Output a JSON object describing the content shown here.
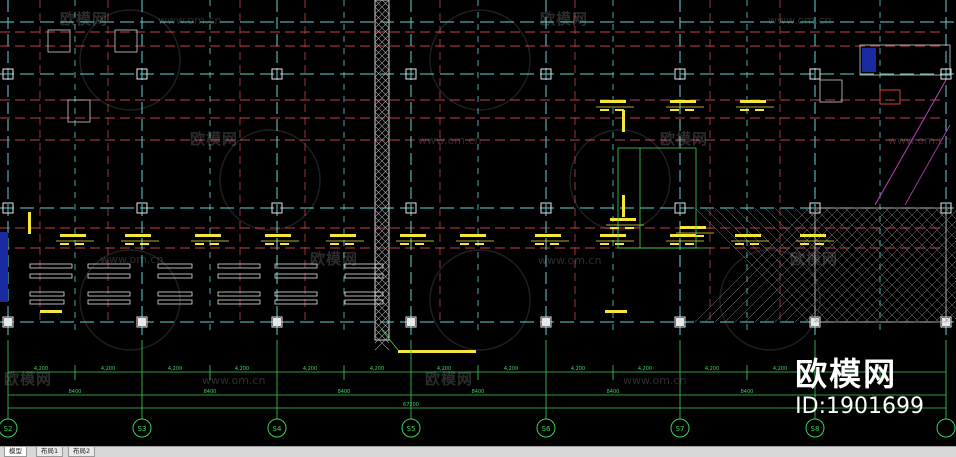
{
  "tabs": [
    {
      "label": "模型",
      "active": true
    },
    {
      "label": "布局1",
      "active": false
    },
    {
      "label": "布局2",
      "active": false
    }
  ],
  "axis_labels": [
    "S2",
    "S3",
    "S4",
    "S5",
    "S6",
    "S7",
    "S8"
  ],
  "spans": [
    "4,200",
    "4,200",
    "4,200",
    "4,200",
    "4,200",
    "4,200",
    "4,200",
    "4,200",
    "4,200",
    "4,200",
    "4,200",
    "4,200"
  ],
  "double_spans": [
    "8400",
    "8400",
    "8400",
    "8400",
    "8400",
    "8400"
  ],
  "total_span": "67200",
  "watermark": {
    "name": "欧模网",
    "url": "www.om.cn"
  },
  "brand": {
    "name": "欧模网",
    "id": "ID:1901699"
  },
  "colors": {
    "background": "#000000",
    "grid_dashed": "#5fd3d3",
    "red_dash": "#c0404a",
    "yellow_text": "#f5e63a",
    "green": "#3cd25a",
    "magenta": "#c040c0"
  }
}
